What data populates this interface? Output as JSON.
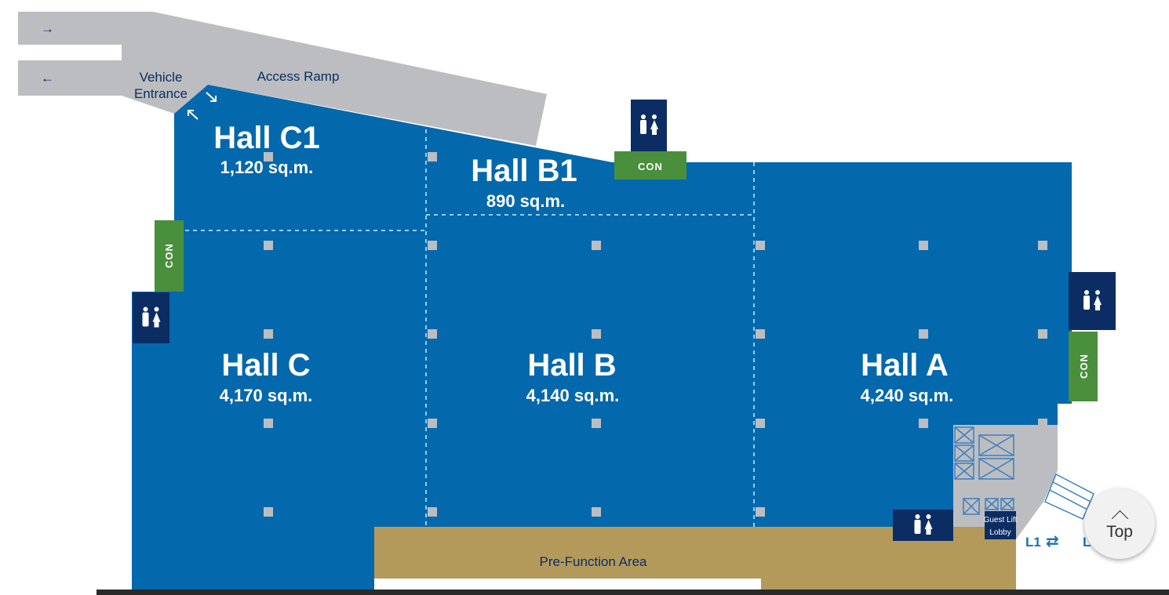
{
  "ramp": {
    "vehicle_entrance_line1": "Vehicle",
    "vehicle_entrance_line2": "Entrance",
    "access_ramp": "Access Ramp",
    "arrow_in": "→",
    "arrow_out": "←"
  },
  "halls": [
    {
      "name": "Hall C1",
      "area": "1,120 sq.m."
    },
    {
      "name": "Hall B1",
      "area": "890 sq.m."
    },
    {
      "name": "Hall C",
      "area": "4,170 sq.m."
    },
    {
      "name": "Hall B",
      "area": "4,140 sq.m."
    },
    {
      "name": "Hall A",
      "area": "4,240 sq.m."
    }
  ],
  "con_label": "CON",
  "pre_function": "Pre-Function Area",
  "guest_lift": {
    "line1": "Guest Lift",
    "line2": "Lobby"
  },
  "level_link": {
    "from": "L1",
    "arrow": "⇄",
    "to": "L"
  },
  "top_button": "Top",
  "colors": {
    "hall": "#0468ac",
    "ramp": "#bcbdc0",
    "navy": "#0b2d63",
    "con": "#4a8f3c",
    "prefunction": "#b39a5b"
  }
}
